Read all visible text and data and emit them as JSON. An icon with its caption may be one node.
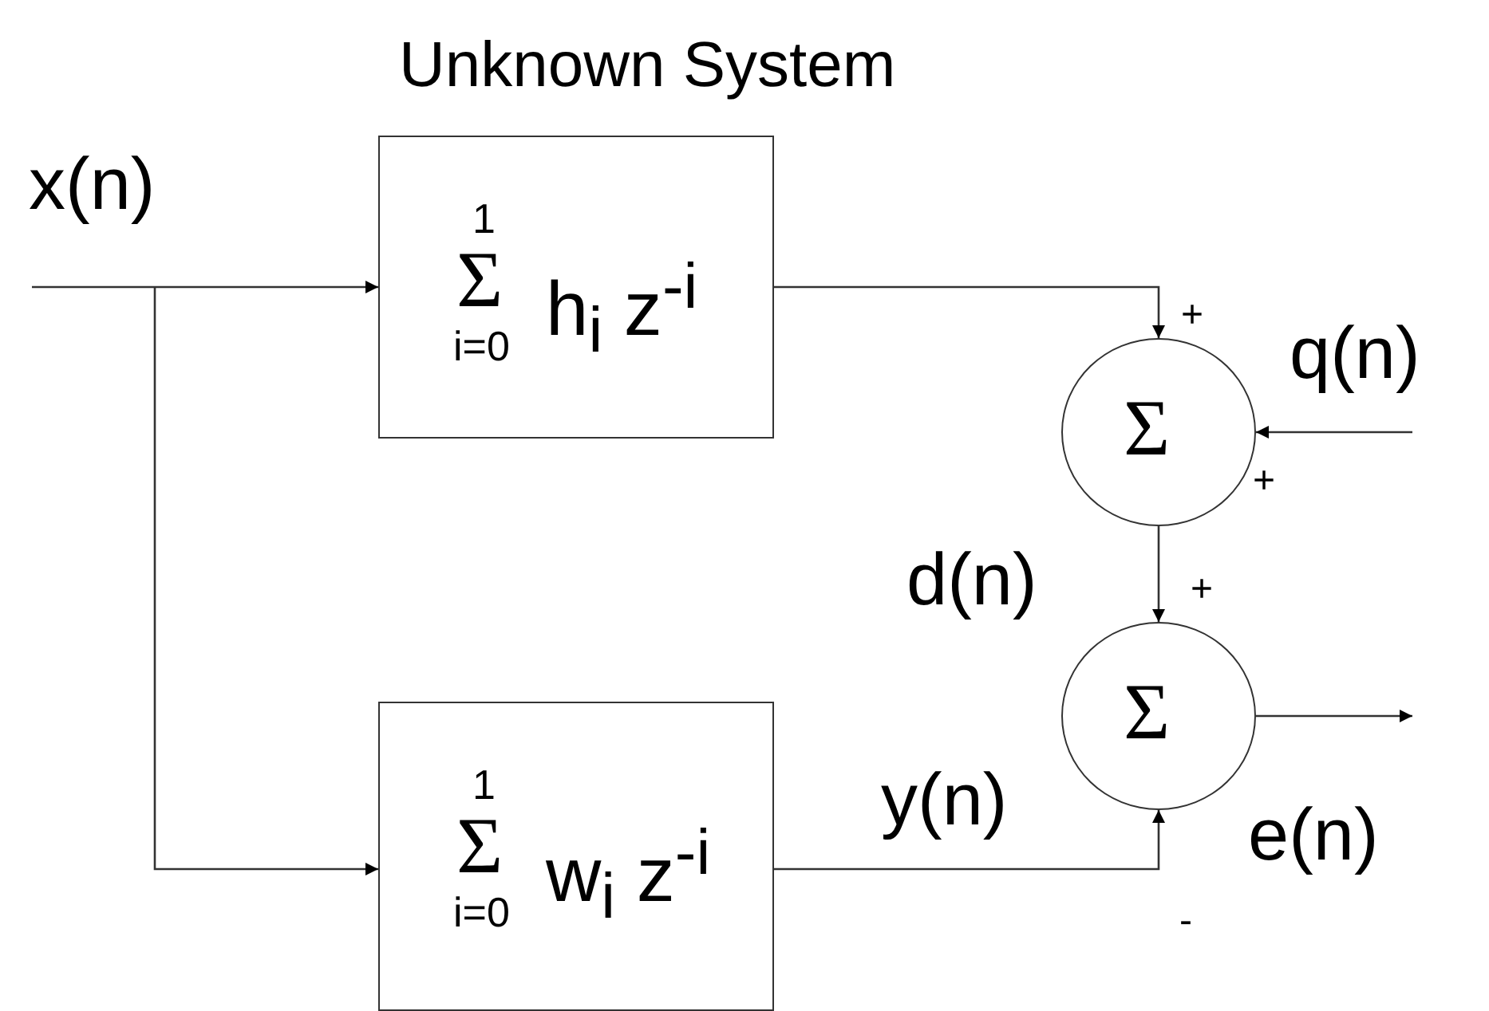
{
  "diagram": {
    "nodes": [
      {
        "text": [
          "Unknown System",
          "1",
          "Σ",
          "i=0",
          "h$_{i}$ z$^{-i}$"
        ]
      },
      {
        "text": [
          "1",
          "Σ",
          "i=0",
          "w$_{i}$ z$^{-i}$"
        ]
      },
      {
        "text": [
          "Σ"
        ]
      },
      {
        "text": [
          "Σ"
        ]
      }
    ],
    "edges": [
      {
        "from": null,
        "to": 0,
        "arrow": "to",
        "label": "x(n)"
      },
      {
        "from": null,
        "to": 1,
        "arrow": "to"
      },
      {
        "from": 0,
        "to": 2,
        "arrow": "to"
      },
      {
        "from": null,
        "to": 2,
        "arrow": "to",
        "label": "q(n)"
      },
      {
        "from": 2,
        "to": 3,
        "arrow": "to",
        "label": "d(n)"
      },
      {
        "from": 1,
        "to": 3,
        "arrow": "to",
        "label": "y(n)"
      },
      {
        "from": 3,
        "to": null,
        "arrow": "to",
        "label": "e(n)"
      }
    ],
    "labels": [
      "+",
      "+",
      "+",
      "-"
    ]
  }
}
